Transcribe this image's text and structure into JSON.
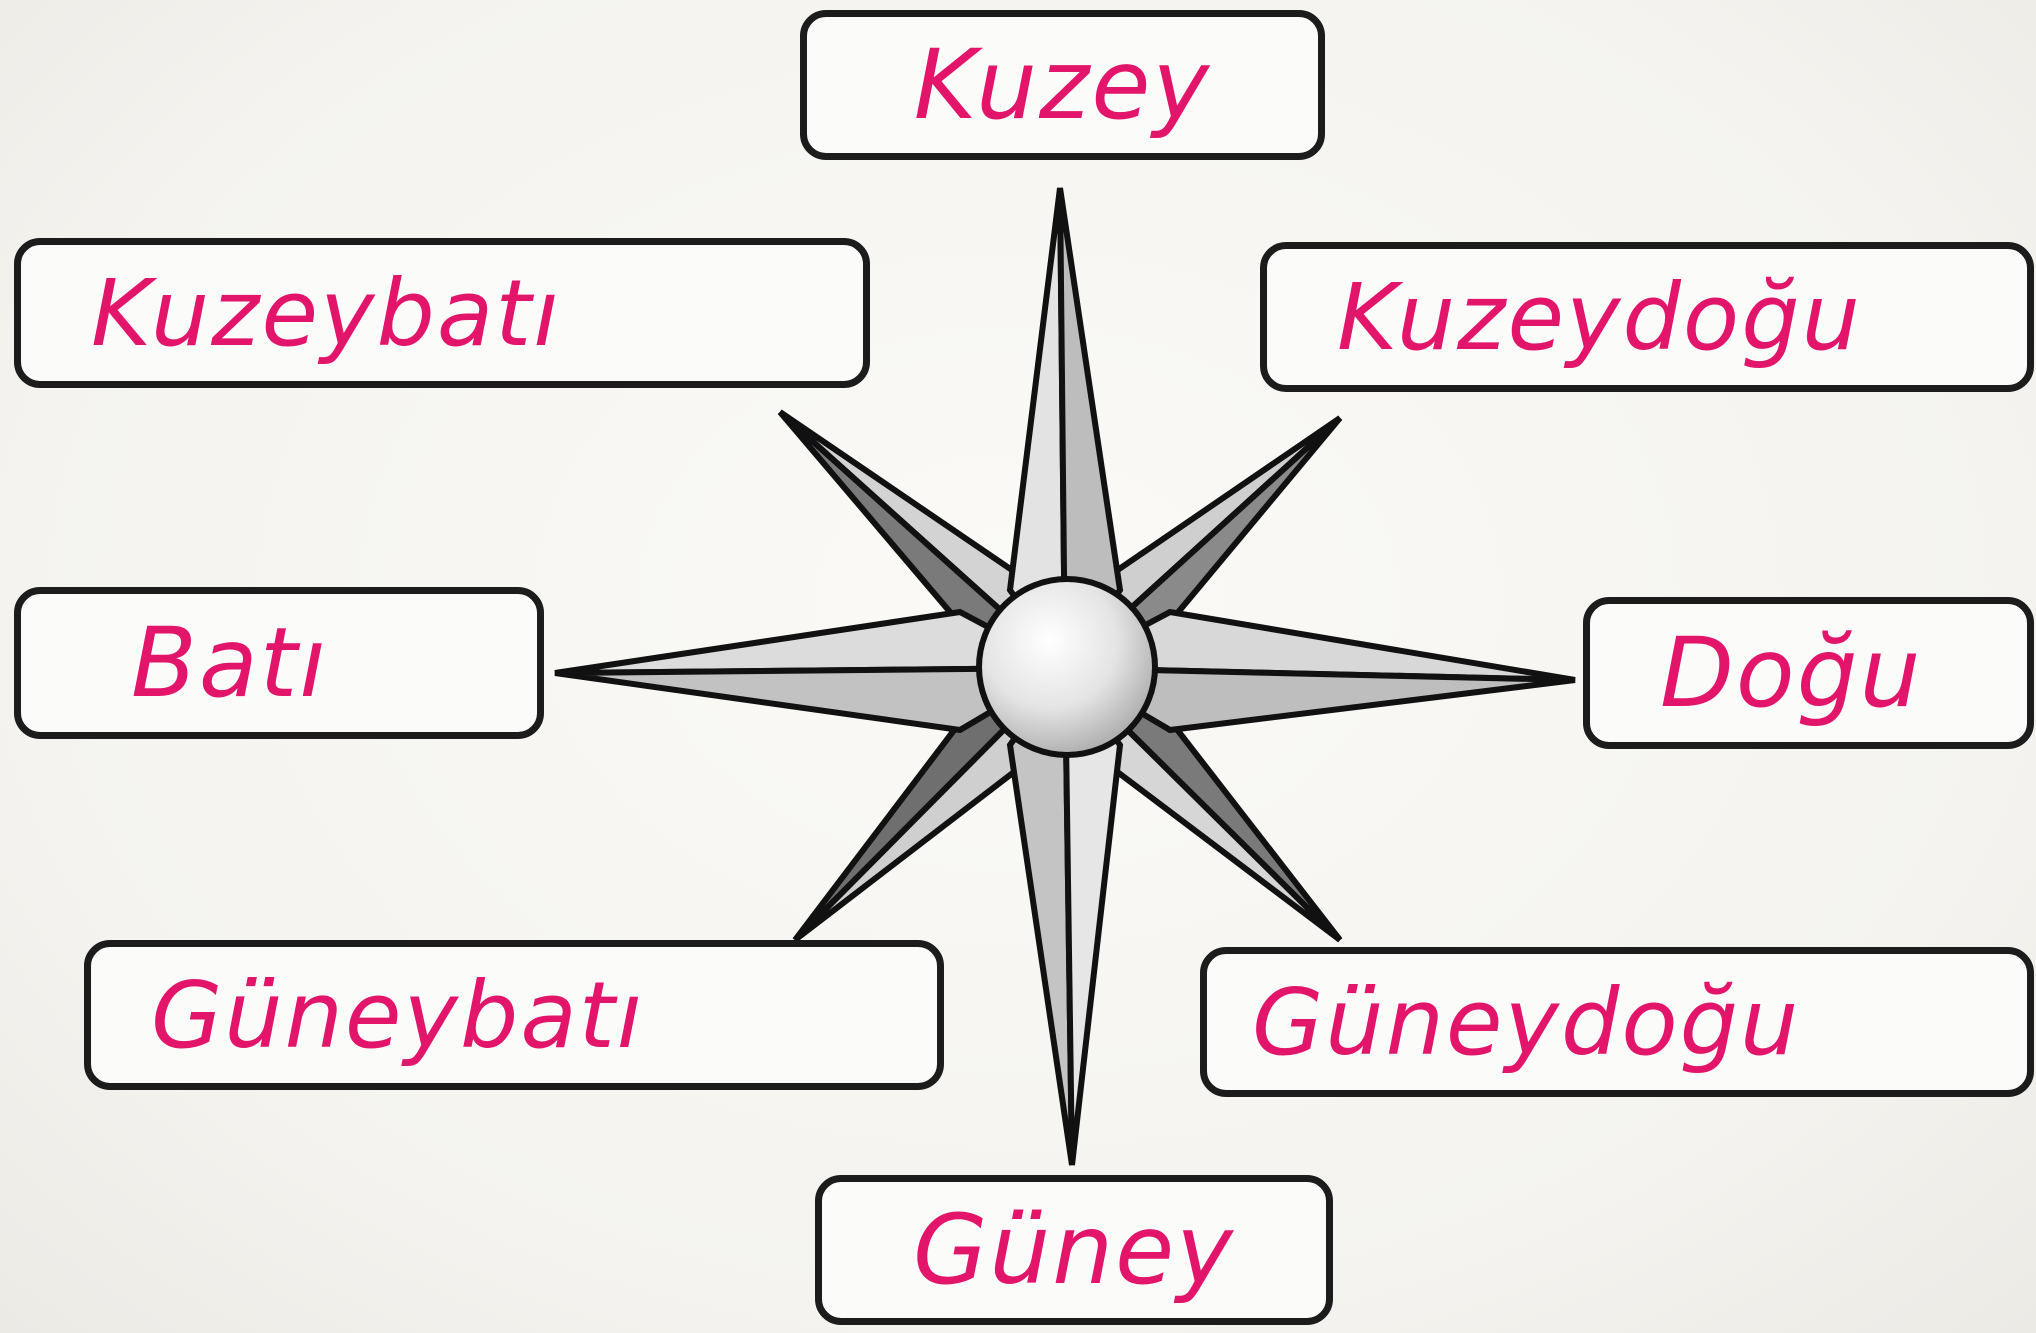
{
  "compass": {
    "north": "Kuzey",
    "northwest": "Kuzeybatı",
    "northeast": "Kuzeydoğu",
    "west": "Batı",
    "east": "Doğu",
    "southwest": "Güneybatı",
    "southeast": "Güneydoğu",
    "south": "Güney"
  },
  "colors": {
    "handwriting": "#e2156b",
    "box_border": "#1c1c1c",
    "star_light": "#d9d9d9",
    "star_dark": "#7a7a7a",
    "star_outline": "#111111"
  }
}
